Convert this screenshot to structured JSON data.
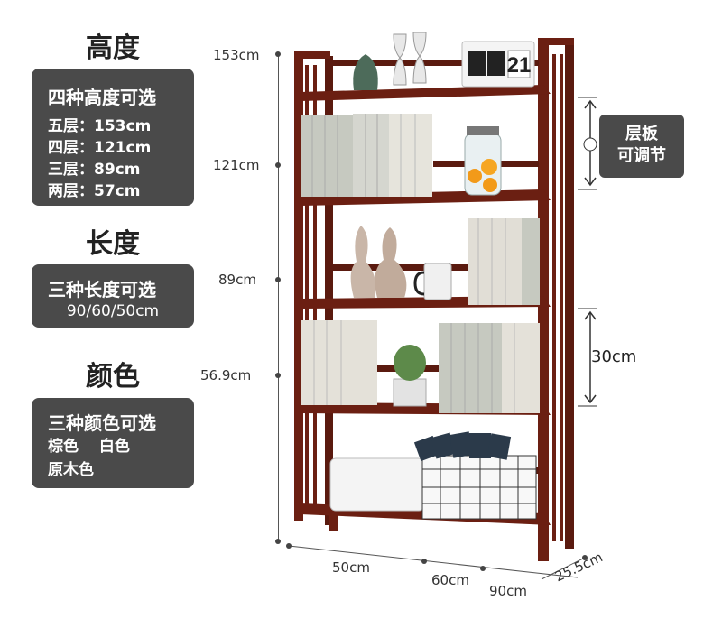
{
  "height_section": {
    "heading": "高度",
    "panel_title": "四种高度可选",
    "options": [
      "五层：153cm",
      "四层：121cm",
      "三层：89cm",
      "两层：57cm"
    ]
  },
  "length_section": {
    "heading": "长度",
    "panel_title": "三种长度可选",
    "panel_sub": "90/60/50cm"
  },
  "color_section": {
    "heading": "颜色",
    "panel_title": "三种颜色可选",
    "line1": "棕色　 白色",
    "line2": "原木色"
  },
  "height_marks": [
    "153cm",
    "121cm",
    "89cm",
    "56.9cm"
  ],
  "width_marks": [
    "50cm",
    "60cm",
    "90cm"
  ],
  "depth_mark": "25.5cm",
  "shelf_gap": "30cm",
  "adjustable_tag": [
    "层板",
    "可调节"
  ],
  "clock": {
    "digits": "21"
  },
  "colors": {
    "wood": "#6b1f12",
    "panel": "#4a4a4a"
  }
}
